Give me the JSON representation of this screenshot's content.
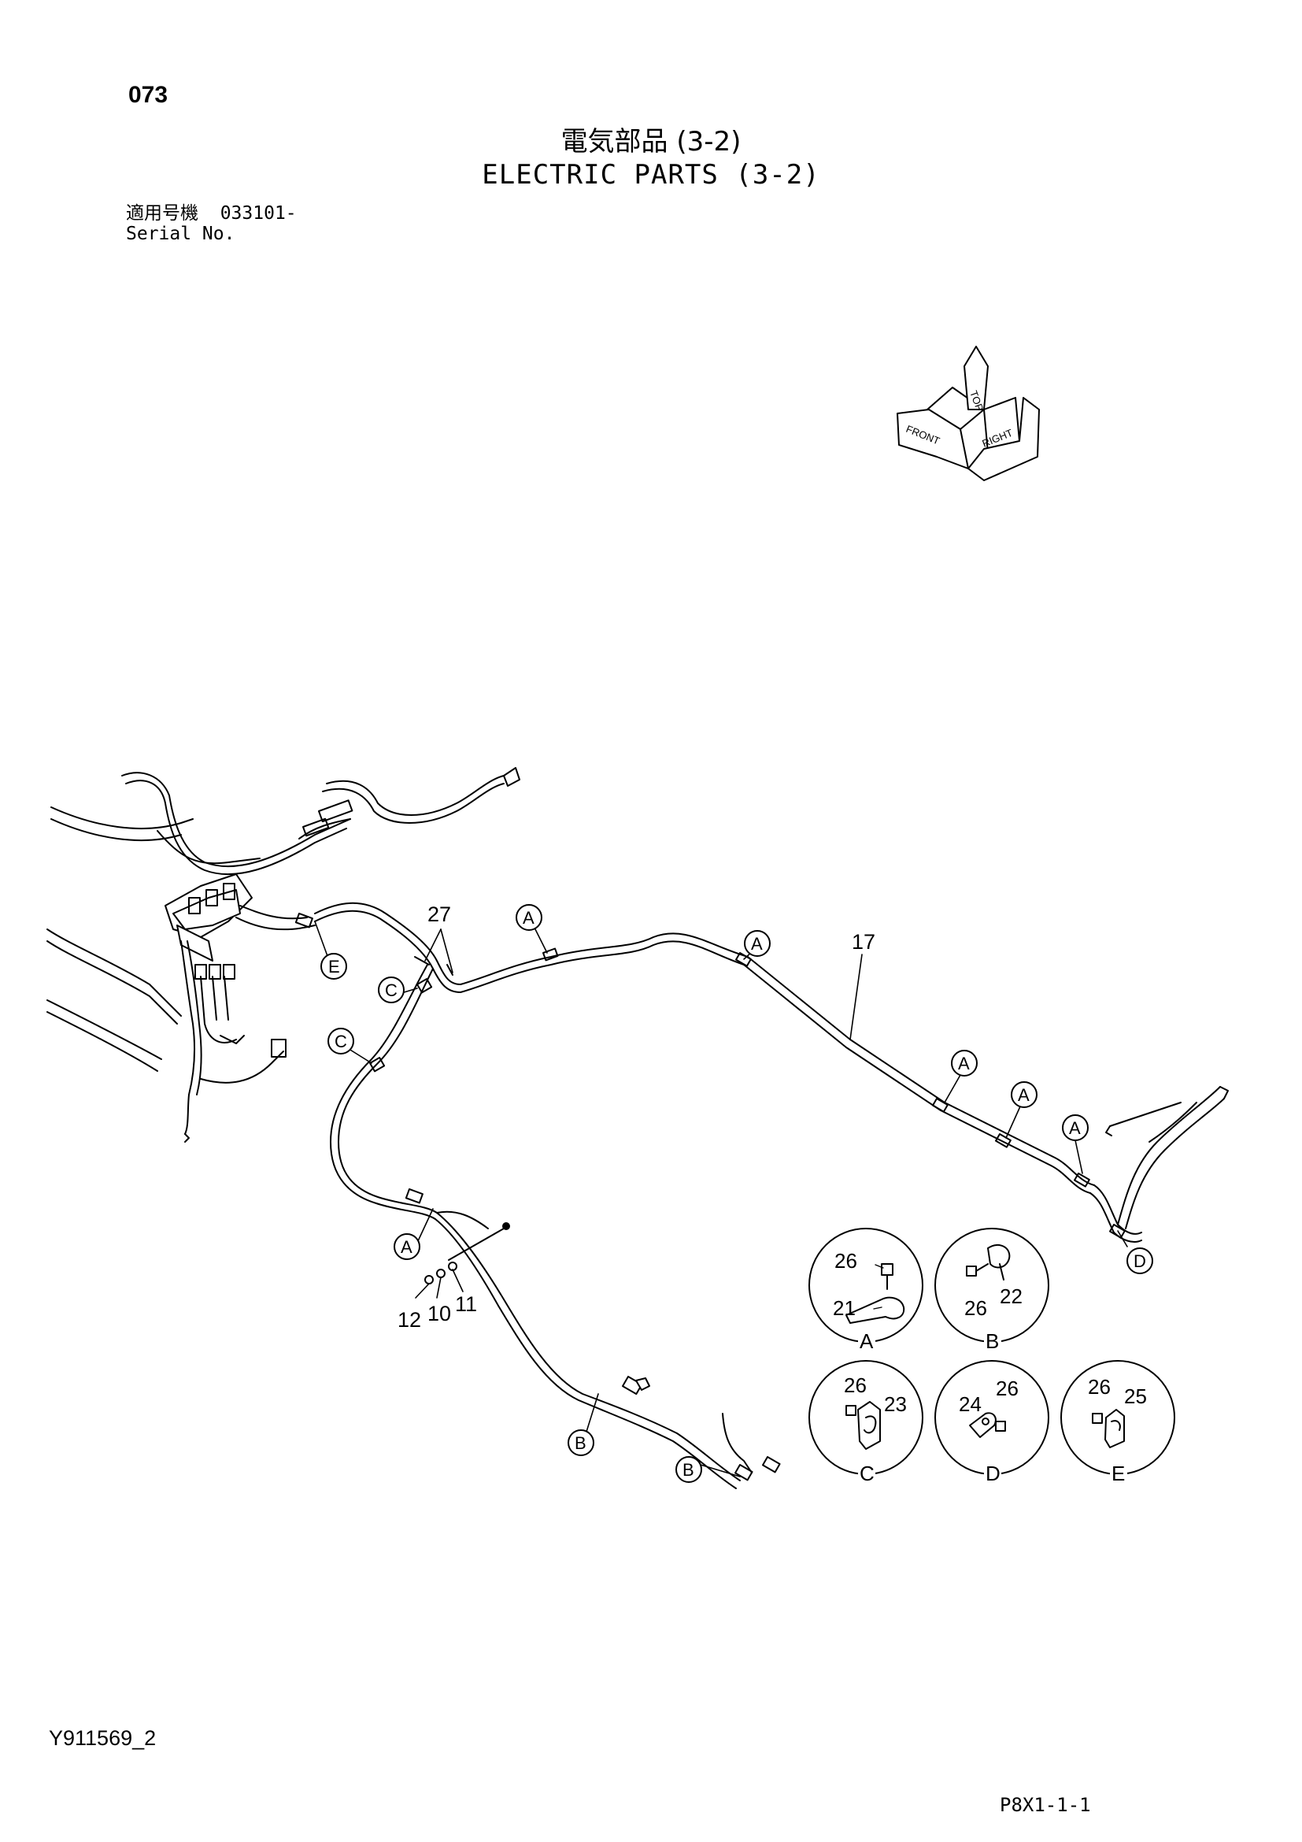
{
  "header": {
    "page_number": "073",
    "title_jp": "電気部品 (3-2)",
    "title_en": "ELECTRIC PARTS (3-2)",
    "serial_label_jp": "適用号機",
    "serial_label_en": "Serial No.",
    "serial_value": "033101-"
  },
  "orientation": {
    "top": "TOP",
    "front": "FRONT",
    "right": "RIGHT"
  },
  "callouts": {
    "item_27": "27",
    "item_17": "17",
    "item_12": "12",
    "item_10": "10",
    "item_11": "11",
    "ref_a": "A",
    "ref_b": "B",
    "ref_c": "C",
    "ref_d": "D",
    "ref_e": "E"
  },
  "details": [
    {
      "label": "A",
      "parts": [
        "26",
        "21"
      ]
    },
    {
      "label": "B",
      "parts": [
        "26",
        "22"
      ]
    },
    {
      "label": "C",
      "parts": [
        "26",
        "23"
      ]
    },
    {
      "label": "D",
      "parts": [
        "24",
        "26"
      ]
    },
    {
      "label": "E",
      "parts": [
        "26",
        "25"
      ]
    }
  ],
  "footer": {
    "doc_id": "Y911569_2",
    "page_code": "P8X1-1-1"
  }
}
